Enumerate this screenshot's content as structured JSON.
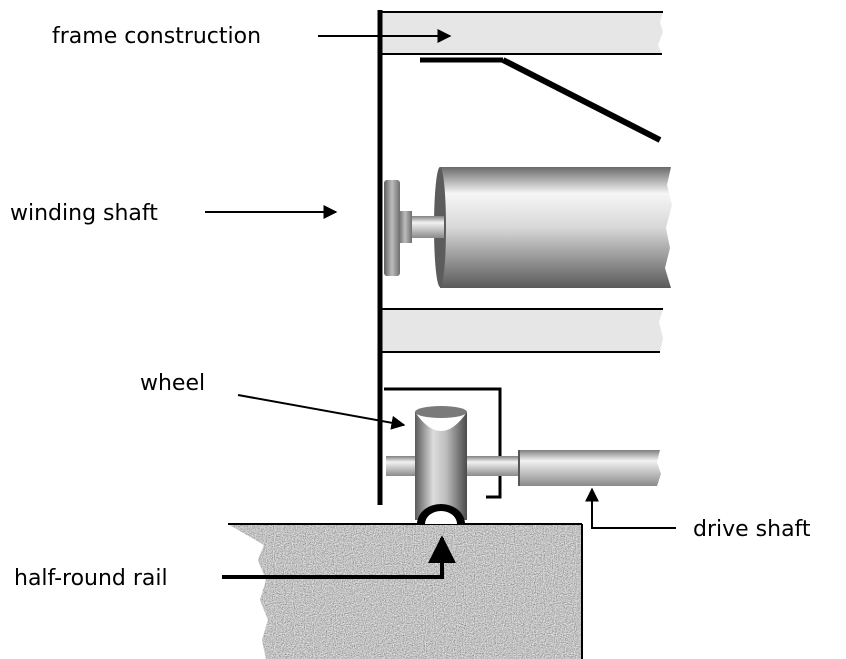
{
  "labels": {
    "frame_construction": "frame construction",
    "winding_shaft": "winding shaft",
    "wheel": "wheel",
    "drive_shaft": "drive shaft",
    "half_round_rail": "half-round rail"
  },
  "colors": {
    "line": "#000000",
    "frame_fill": "#e6e6e6",
    "concrete_base": "#c8c8c8"
  }
}
